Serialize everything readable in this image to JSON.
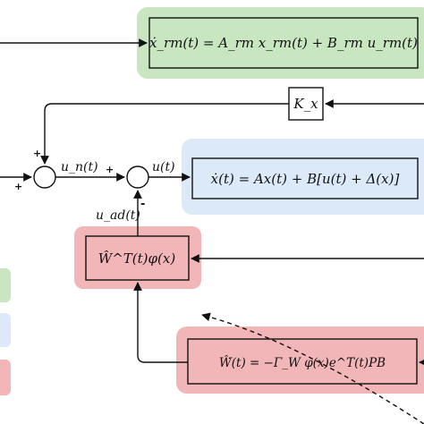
{
  "colors": {
    "reference_group": "#c8e6c0",
    "reference_border": "#8ccf7e",
    "plant_group": "#dce9f8",
    "plant_border": "#b7d0ee",
    "adaptive_group": "#f2b6b9",
    "adaptive_border": "#d96a72",
    "line": "#111111"
  },
  "blocks": {
    "reference_model": "ẋ_rm(t) = A_rm x_rm(t) + B_rm u_rm(t)",
    "state_gain": "K_x",
    "plant": "ẋ(t) = Ax(t) + B[u(t) + Δ(x)]",
    "nn_output": "Ŵ^T(t)φ(x)",
    "update_law": "Ŵ̇(t) = −Γ_W φ(x)e^T(t)PB"
  },
  "signals": {
    "nominal_control": "u_n(t)",
    "total_control": "u(t)",
    "adaptive_control": "u_ad(t)"
  },
  "signs": {
    "sum1_top": "+",
    "sum1_left": "+",
    "sum2_left": "+",
    "sum2_bottom": "-"
  }
}
